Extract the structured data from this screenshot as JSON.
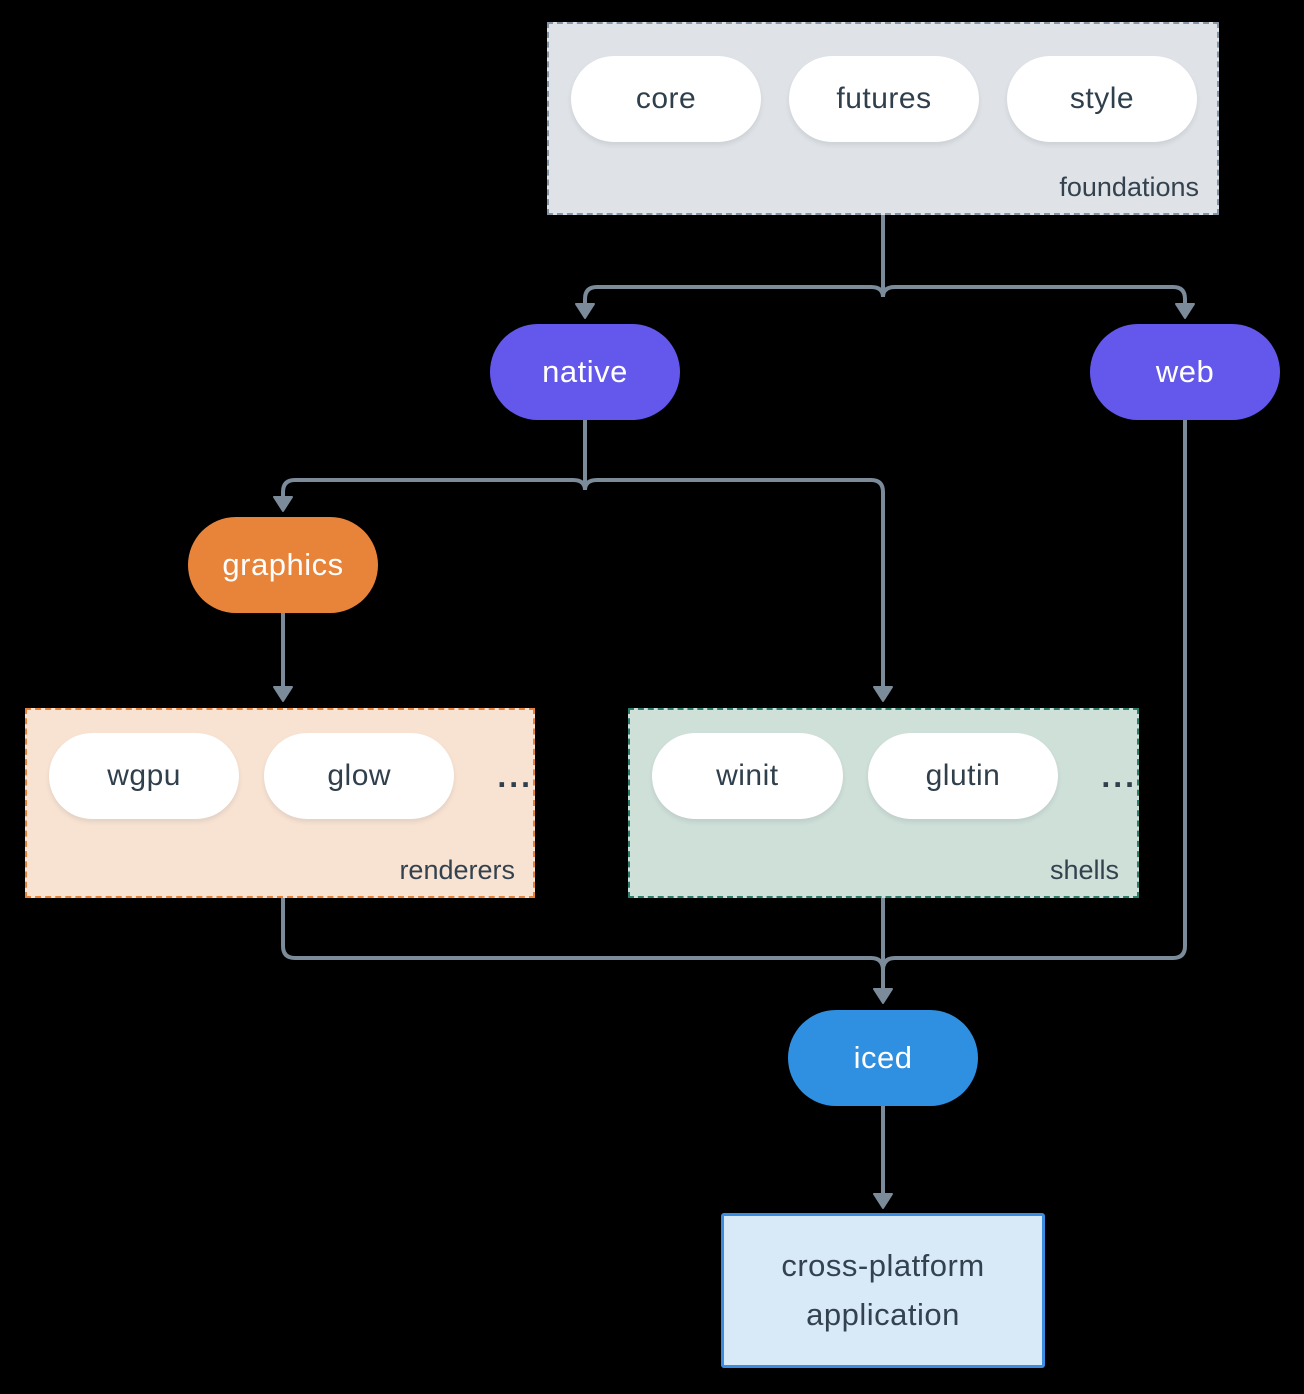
{
  "diagram": {
    "foundations": {
      "label": "foundations",
      "pills": [
        "core",
        "futures",
        "style"
      ]
    },
    "nodes": {
      "native": "native",
      "web": "web",
      "graphics": "graphics",
      "iced": "iced",
      "application": "cross-platform application"
    },
    "renderers": {
      "label": "renderers",
      "pills": [
        "wgpu",
        "glow"
      ],
      "ellipsis": "..."
    },
    "shells": {
      "label": "shells",
      "pills": [
        "winit",
        "glutin"
      ],
      "ellipsis": "..."
    },
    "colors": {
      "line": "#7b8b9a",
      "purple": "#6358eb",
      "orange": "#e8833a",
      "blue": "#2f8fe0",
      "foundations_fill": "#dfe3e7",
      "foundations_border": "#8595a5",
      "renderers_fill": "#f8e3d3",
      "renderers_border": "#e8833a",
      "shells_fill": "#cfe0d9",
      "shells_border": "#2e7c6c",
      "application_fill": "#d8e9f8",
      "application_border": "#3b8de2",
      "text_dark": "#2f3f4c",
      "background": "#000000"
    }
  }
}
